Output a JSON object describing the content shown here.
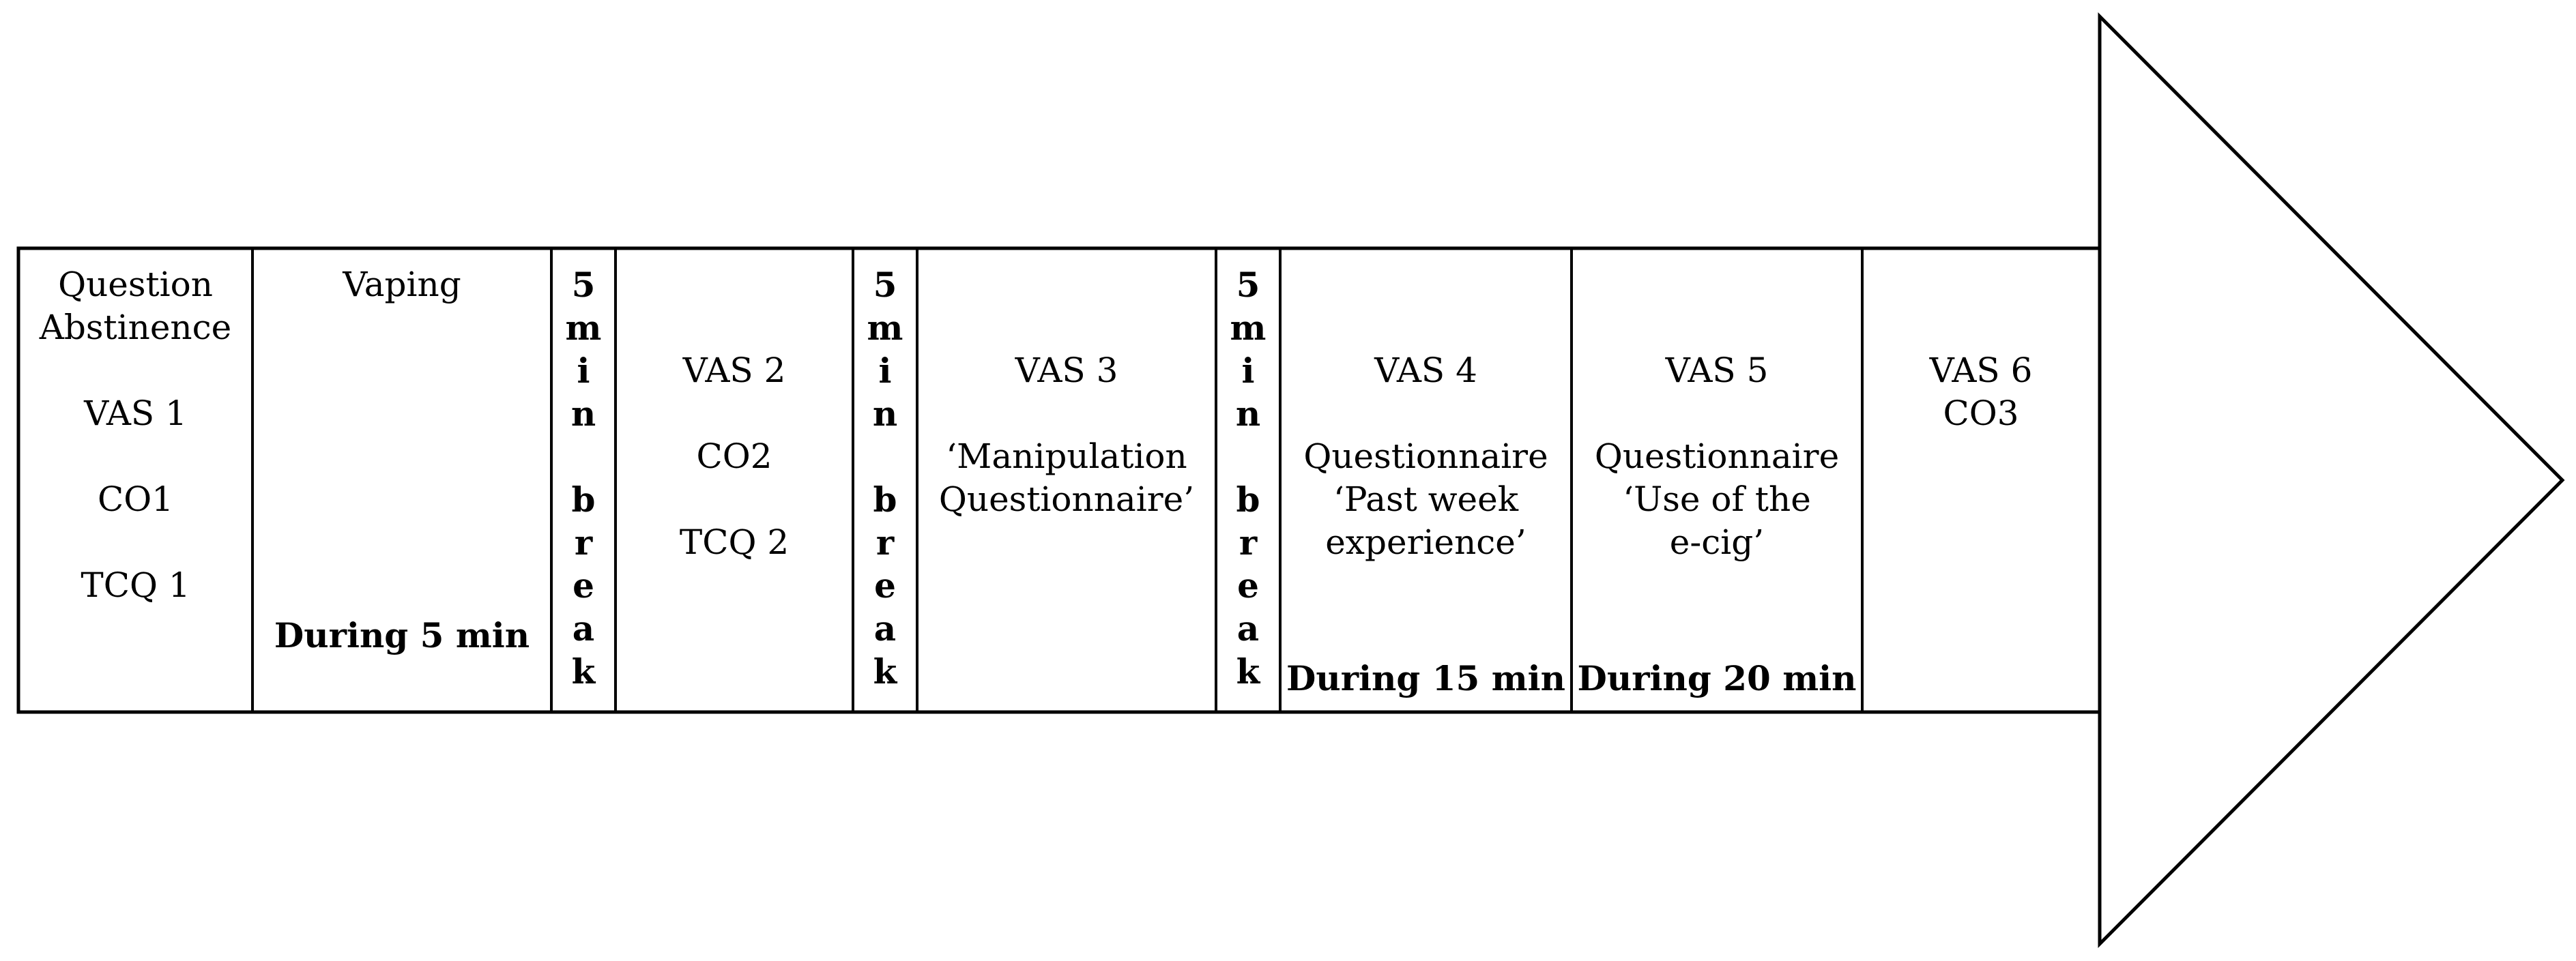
{
  "colors": {
    "stroke": "#000000",
    "background": "#ffffff",
    "text": "#000000"
  },
  "timeline": {
    "steps": [
      {
        "id": "baseline",
        "lines": [
          "Question",
          "Abstinence",
          "",
          "VAS 1",
          "",
          "CO1",
          "",
          "TCQ 1"
        ],
        "footer": ""
      },
      {
        "id": "vaping",
        "lines": [
          "Vaping"
        ],
        "footer": "During 5 min"
      },
      {
        "id": "break-1",
        "is_break": true,
        "letters": [
          "5",
          "m",
          "i",
          "n",
          "",
          "b",
          "r",
          "e",
          "a",
          "k"
        ]
      },
      {
        "id": "vas2",
        "lines": [
          "",
          "",
          "VAS 2",
          "",
          "CO2",
          "",
          "TCQ 2"
        ],
        "footer": ""
      },
      {
        "id": "break-2",
        "is_break": true,
        "letters": [
          "5",
          "m",
          "i",
          "n",
          "",
          "b",
          "r",
          "e",
          "a",
          "k"
        ]
      },
      {
        "id": "vas3",
        "lines": [
          "",
          "",
          "VAS 3",
          "",
          "‘Manipulation",
          "Questionnaire’"
        ],
        "footer": ""
      },
      {
        "id": "break-3",
        "is_break": true,
        "letters": [
          "5",
          "m",
          "i",
          "n",
          "",
          "b",
          "r",
          "e",
          "a",
          "k"
        ]
      },
      {
        "id": "vas4",
        "lines": [
          "",
          "",
          "VAS 4",
          "",
          "Questionnaire",
          "‘Past week",
          "experience’"
        ],
        "footer": "During 15 min"
      },
      {
        "id": "vas5",
        "lines": [
          "",
          "",
          "VAS 5",
          "",
          "Questionnaire",
          "‘Use of the",
          "e-cig’"
        ],
        "footer": "During 20 min"
      },
      {
        "id": "vas6",
        "lines": [
          "",
          "",
          "VAS 6",
          "CO3"
        ],
        "footer": ""
      }
    ]
  }
}
